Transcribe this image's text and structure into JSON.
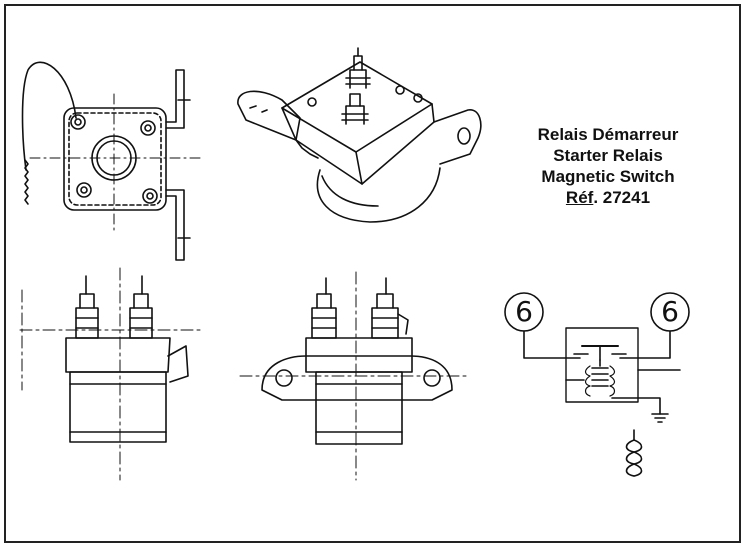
{
  "title_lines": {
    "line1": "Relais Démarreur",
    "line2": "Starter Relais",
    "line3": "Magnetic Switch",
    "ref_prefix": "Réf",
    "ref_suffix": ". 27241"
  },
  "schematic": {
    "terminal_left": "6",
    "terminal_right": "6"
  },
  "colors": {
    "ink": "#111111",
    "paper": "#ffffff"
  }
}
